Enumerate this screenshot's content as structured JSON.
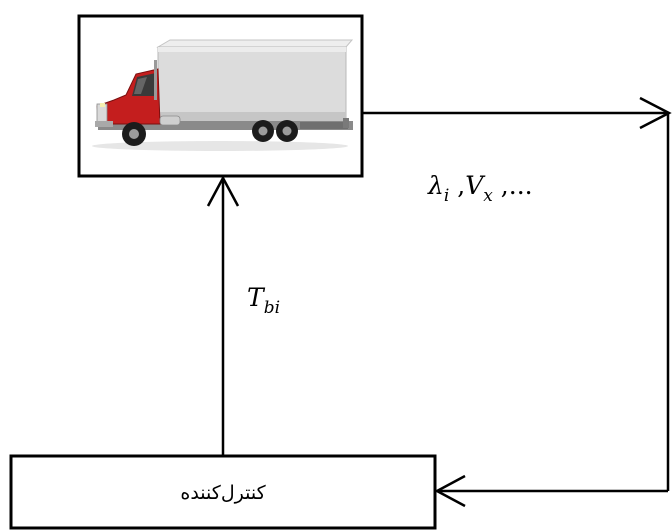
{
  "plant": {
    "name": "truck",
    "icon": "truck-icon",
    "cab_color": "#c41e1e",
    "cargo_color": "#dcdcdc"
  },
  "controller": {
    "label": "کنترل‌کننده"
  },
  "signals": {
    "feedback": {
      "symbol": "λ",
      "symbol_subscript": "i",
      "separator": " ,",
      "second": "V",
      "second_subscript": "x",
      "tail": " ,..."
    },
    "control_input": {
      "symbol": "T",
      "symbol_subscript": "bi"
    }
  }
}
